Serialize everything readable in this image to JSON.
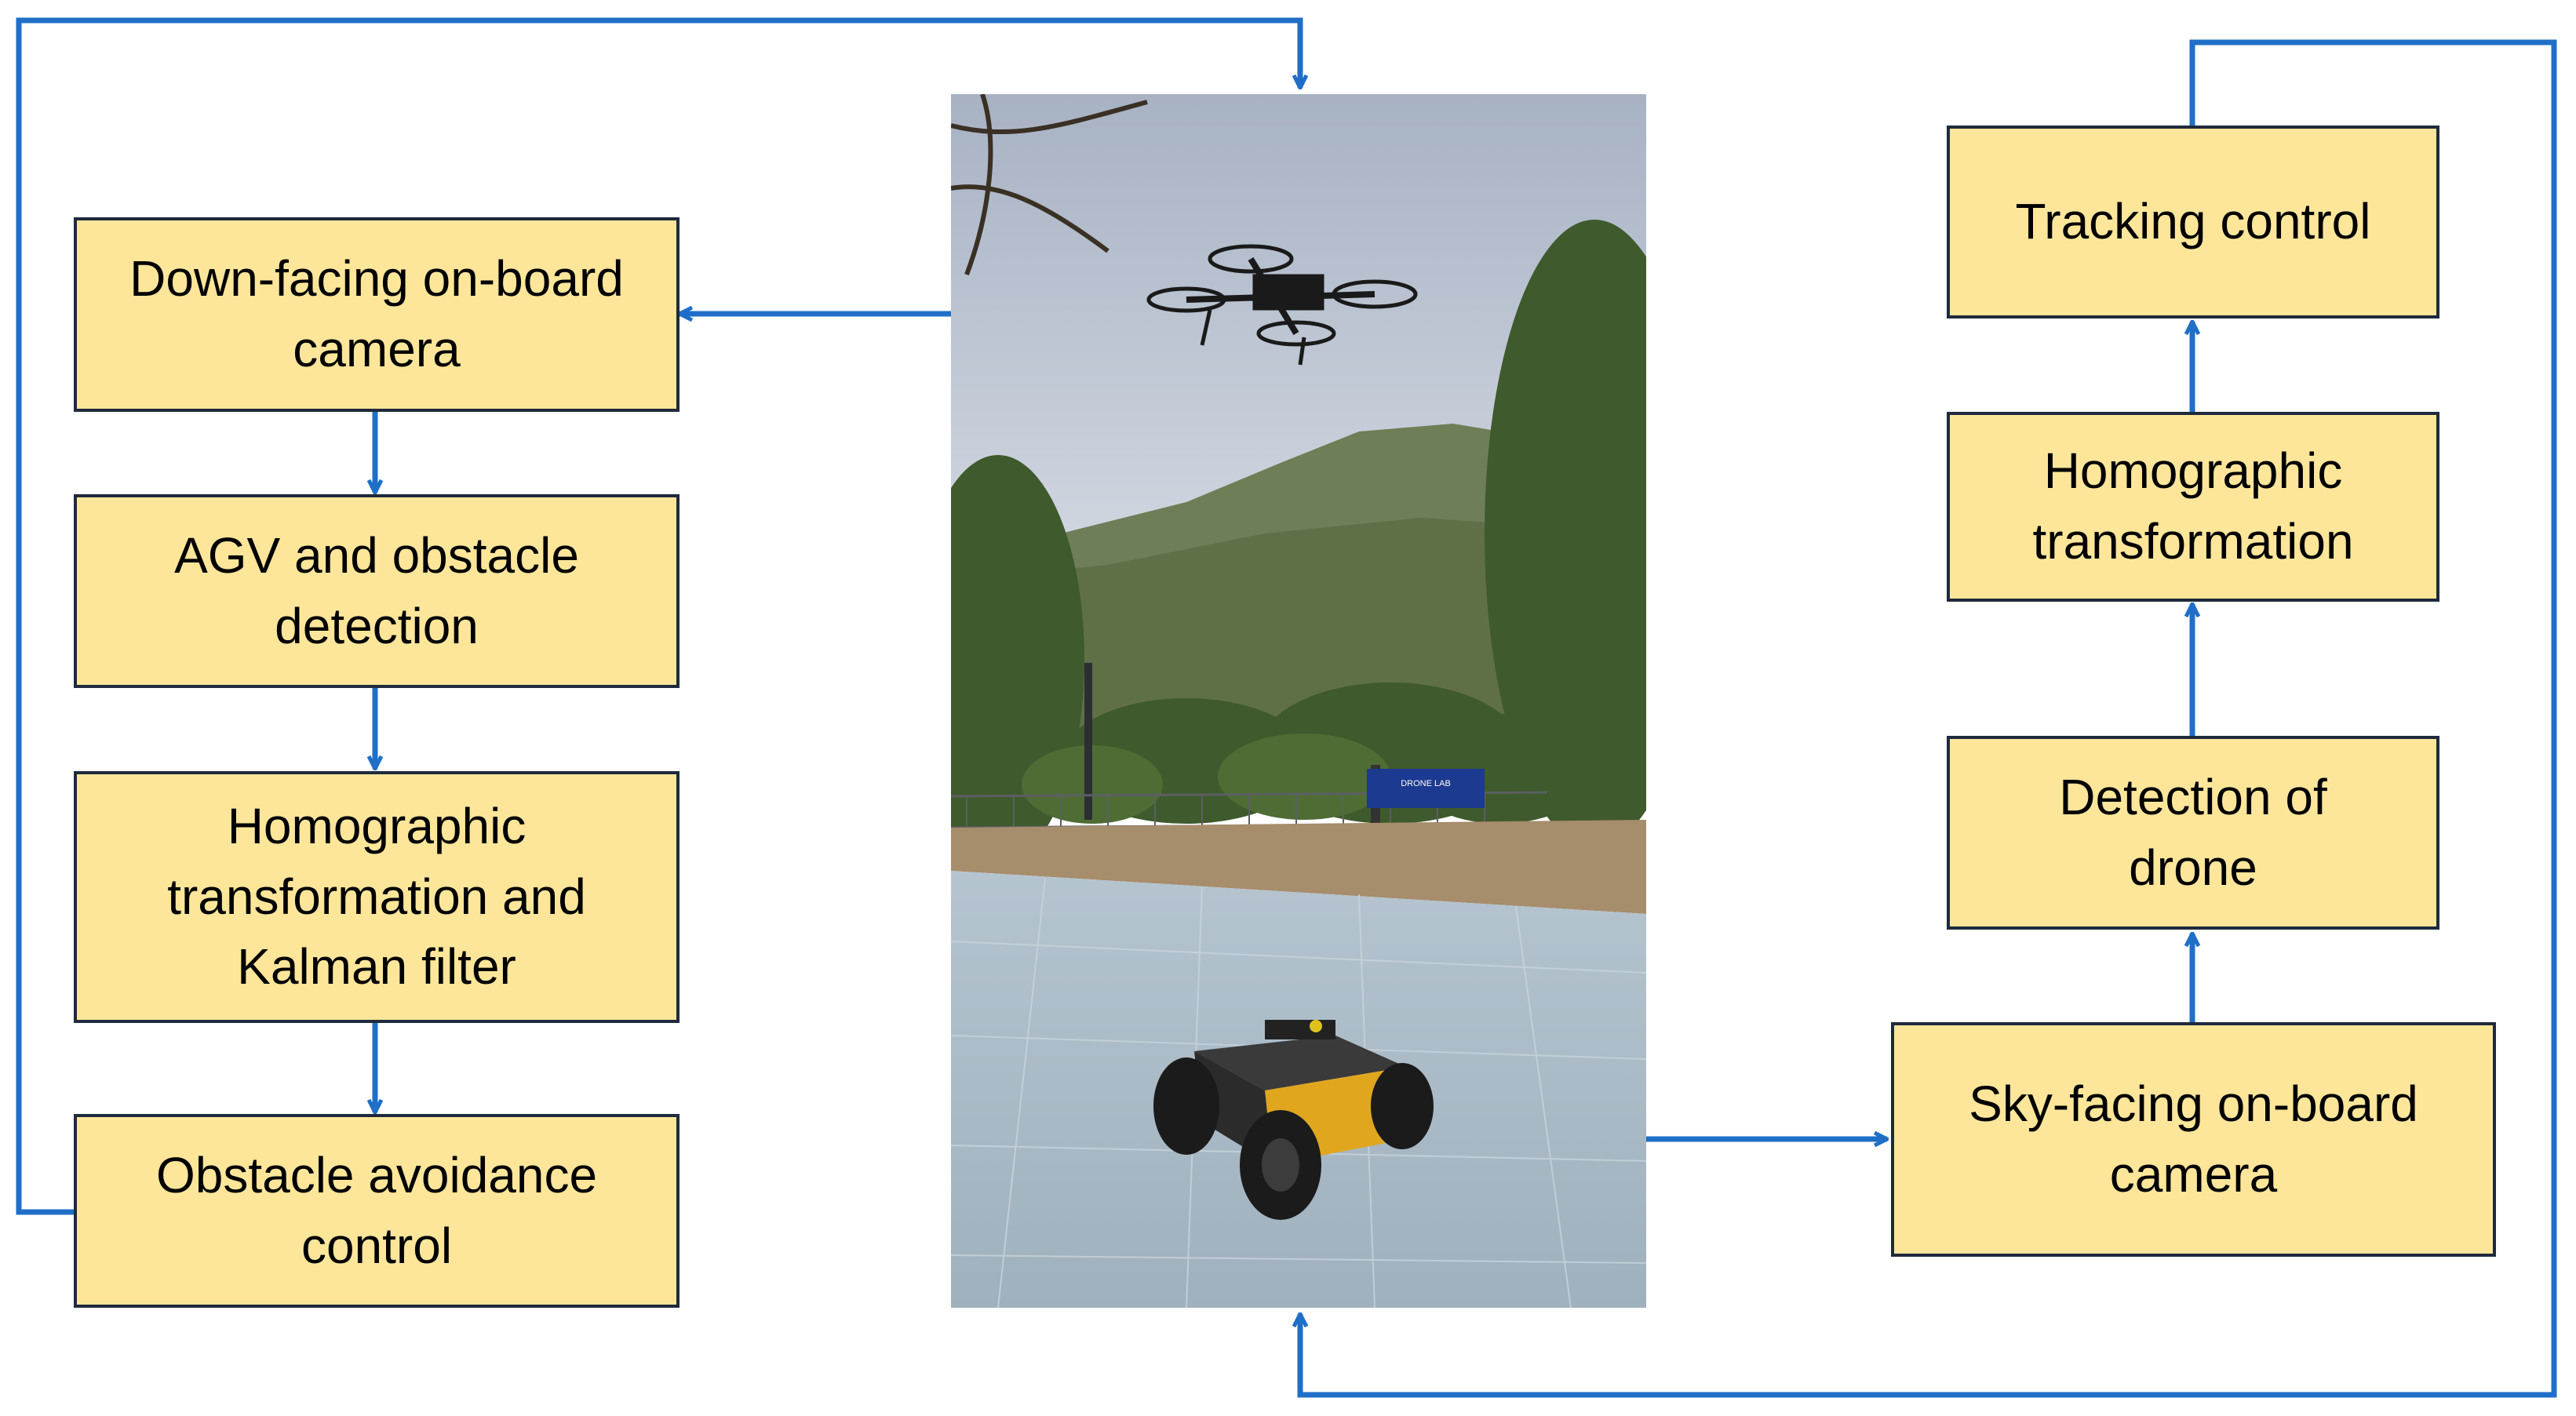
{
  "colors": {
    "box_fill": "#fde69a",
    "box_border": "#1f2a3c",
    "arrow": "#1f6fc8"
  },
  "left_pipeline": [
    {
      "id": "down-camera",
      "label": "Down-facing on-board\ncamera"
    },
    {
      "id": "agv-detection",
      "label": "AGV and obstacle\ndetection"
    },
    {
      "id": "homography-kalman",
      "label": "Homographic\ntransformation and\nKalman filter"
    },
    {
      "id": "avoidance-control",
      "label": "Obstacle avoidance\ncontrol"
    }
  ],
  "right_pipeline": [
    {
      "id": "tracking-control",
      "label": "Tracking control"
    },
    {
      "id": "homography",
      "label": "Homographic\ntransformation"
    },
    {
      "id": "drone-detection",
      "label": "Detection of\ndrone"
    },
    {
      "id": "sky-camera",
      "label": "Sky-facing on-board\ncamera"
    }
  ],
  "photo": {
    "subject": "drone hovering above ground vehicle outdoors",
    "sign_text": "DRONE LAB"
  }
}
